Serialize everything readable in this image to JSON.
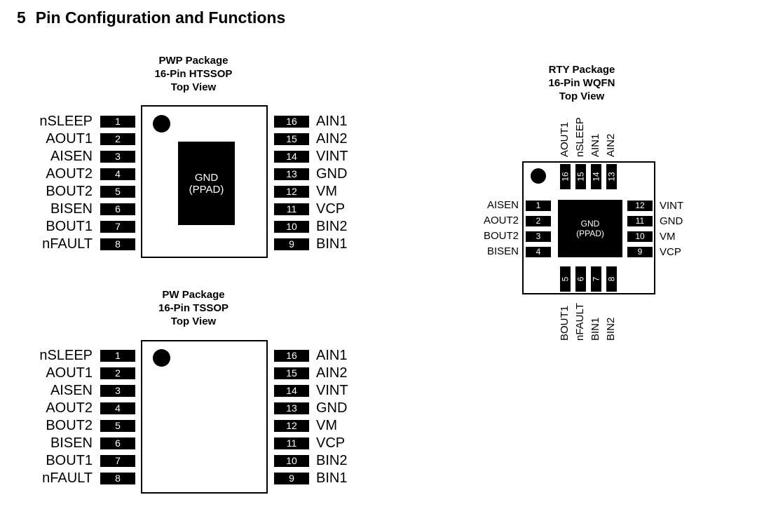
{
  "section": {
    "number": "5",
    "title": "Pin Configuration and Functions"
  },
  "pwp": {
    "title_lines": [
      "PWP Package",
      "16-Pin HTSSOP",
      "Top View"
    ],
    "pad_lines": [
      "GND",
      "(PPAD)"
    ],
    "left_pins": [
      {
        "num": "1",
        "name": "nSLEEP"
      },
      {
        "num": "2",
        "name": "AOUT1"
      },
      {
        "num": "3",
        "name": "AISEN"
      },
      {
        "num": "4",
        "name": "AOUT2"
      },
      {
        "num": "5",
        "name": "BOUT2"
      },
      {
        "num": "6",
        "name": "BISEN"
      },
      {
        "num": "7",
        "name": "BOUT1"
      },
      {
        "num": "8",
        "name": "nFAULT"
      }
    ],
    "right_pins": [
      {
        "num": "16",
        "name": "AIN1"
      },
      {
        "num": "15",
        "name": "AIN2"
      },
      {
        "num": "14",
        "name": "VINT"
      },
      {
        "num": "13",
        "name": "GND"
      },
      {
        "num": "12",
        "name": "VM"
      },
      {
        "num": "11",
        "name": "VCP"
      },
      {
        "num": "10",
        "name": "BIN2"
      },
      {
        "num": "9",
        "name": "BIN1"
      }
    ]
  },
  "pw": {
    "title_lines": [
      "PW Package",
      "16-Pin TSSOP",
      "Top View"
    ],
    "left_pins": [
      {
        "num": "1",
        "name": "nSLEEP"
      },
      {
        "num": "2",
        "name": "AOUT1"
      },
      {
        "num": "3",
        "name": "AISEN"
      },
      {
        "num": "4",
        "name": "AOUT2"
      },
      {
        "num": "5",
        "name": "BOUT2"
      },
      {
        "num": "6",
        "name": "BISEN"
      },
      {
        "num": "7",
        "name": "BOUT1"
      },
      {
        "num": "8",
        "name": "nFAULT"
      }
    ],
    "right_pins": [
      {
        "num": "16",
        "name": "AIN1"
      },
      {
        "num": "15",
        "name": "AIN2"
      },
      {
        "num": "14",
        "name": "VINT"
      },
      {
        "num": "13",
        "name": "GND"
      },
      {
        "num": "12",
        "name": "VM"
      },
      {
        "num": "11",
        "name": "VCP"
      },
      {
        "num": "10",
        "name": "BIN2"
      },
      {
        "num": "9",
        "name": "BIN1"
      }
    ]
  },
  "rty": {
    "title_lines": [
      "RTY Package",
      "16-Pin WQFN",
      "Top View"
    ],
    "pad_lines": [
      "GND",
      "(PPAD)"
    ],
    "top_pins": [
      {
        "num": "16",
        "name": "AOUT1"
      },
      {
        "num": "15",
        "name": "nSLEEP"
      },
      {
        "num": "14",
        "name": "AIN1"
      },
      {
        "num": "13",
        "name": "AIN2"
      }
    ],
    "left_pins": [
      {
        "num": "1",
        "name": "AISEN"
      },
      {
        "num": "2",
        "name": "AOUT2"
      },
      {
        "num": "3",
        "name": "BOUT2"
      },
      {
        "num": "4",
        "name": "BISEN"
      }
    ],
    "right_pins": [
      {
        "num": "12",
        "name": "VINT"
      },
      {
        "num": "11",
        "name": "GND"
      },
      {
        "num": "10",
        "name": "VM"
      },
      {
        "num": "9",
        "name": "VCP"
      }
    ],
    "bottom_pins": [
      {
        "num": "5",
        "name": "BOUT1"
      },
      {
        "num": "6",
        "name": "nFAULT"
      },
      {
        "num": "7",
        "name": "BIN1"
      },
      {
        "num": "8",
        "name": "BIN2"
      }
    ]
  }
}
